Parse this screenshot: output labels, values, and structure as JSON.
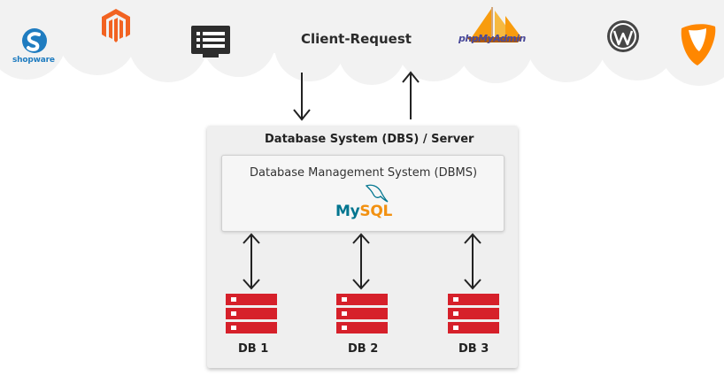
{
  "header": {
    "client_request_label": "Client-Request",
    "logos": [
      {
        "icon": "shopware-icon",
        "label": "shopware",
        "color": "#1f7cc0"
      },
      {
        "icon": "magento-icon",
        "color": "#f26322"
      },
      {
        "icon": "monitor-list-icon",
        "color": "#2d2d2d"
      },
      {
        "icon": "phpmyadmin-icon",
        "label": "phpMyAdmin",
        "color": "#f89c0e"
      },
      {
        "icon": "wordpress-icon",
        "color": "#464646"
      },
      {
        "icon": "typo3-icon",
        "color": "#ff8700"
      }
    ]
  },
  "server": {
    "title": "Database System (DBS) / Server"
  },
  "dbms": {
    "title": "Database Management System (DBMS)",
    "logo_text_my": "My",
    "logo_text_sql": "SQL",
    "logo_icon": "mysql-dolphin-icon"
  },
  "databases": [
    {
      "label": "DB 1",
      "icon": "server-stack-icon",
      "color": "#d6202a"
    },
    {
      "label": "DB 2",
      "icon": "server-stack-icon",
      "color": "#d6202a"
    },
    {
      "label": "DB 3",
      "icon": "server-stack-icon",
      "color": "#d6202a"
    }
  ],
  "colors": {
    "cloud": "#f2f2f2",
    "server_box": "#efefef",
    "db_red": "#d6202a",
    "arrow": "#222222"
  }
}
